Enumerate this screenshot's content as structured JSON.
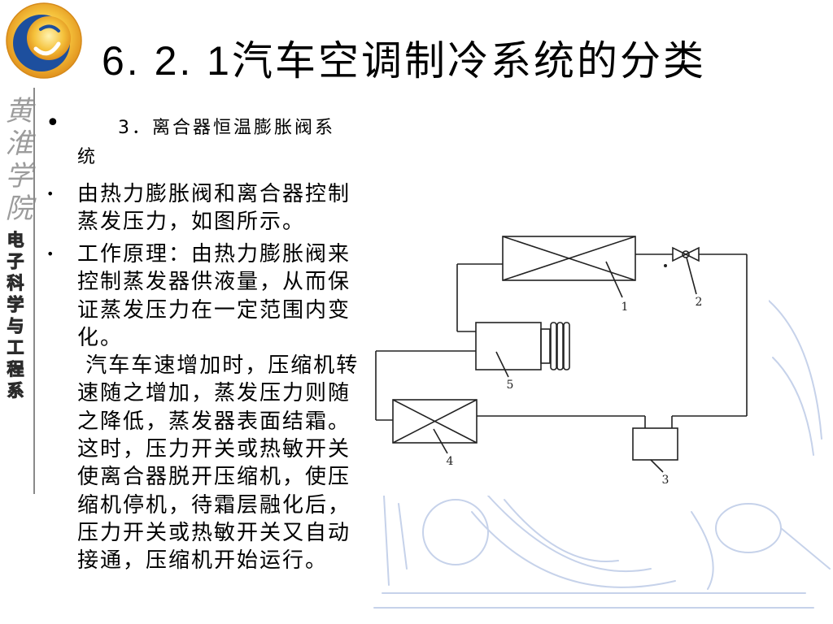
{
  "title": "6. 2. 1汽车空调制冷系统的分类",
  "logo": {
    "icon": "swirl-logo-icon"
  },
  "side_banner": {
    "calligraphy": "黄淮学院",
    "department": "电子科学与工程系"
  },
  "bullets": [
    {
      "marker": "•",
      "lines": [
        "3．离合器恒温膨胀阀系",
        "统"
      ]
    },
    {
      "marker": "•",
      "lines": [
        "由热力膨胀阀和离合器控制",
        "蒸发压力，如图所示。"
      ]
    },
    {
      "marker": "•",
      "lines": [
        "工作原理：由热力膨胀阀来",
        "控制蒸发器供液量，从而保",
        "证蒸发压力在一定范围内变",
        "化。",
        " 汽车车速增加时，压缩机转",
        "速随之增加，蒸发压力则随",
        "之降低，蒸发器表面结霜。",
        "这时，压力开关或热敏开关",
        "使离合器脱开压缩机，使压",
        "缩机停机，待霜层融化后，",
        "压力开关或热敏开关又自动",
        "接通，压缩机开始运行。"
      ]
    }
  ],
  "diagram": {
    "labels": [
      "1",
      "2",
      "3",
      "4",
      "5"
    ]
  },
  "colors": {
    "side_rule": "#8a8a8a",
    "calligraphy": "#9c9c9c",
    "sketch": "#c6d2ea",
    "diagram_stroke": "#222222",
    "logo_gold": "#f2b63a",
    "logo_blue": "#1d4f9e"
  }
}
